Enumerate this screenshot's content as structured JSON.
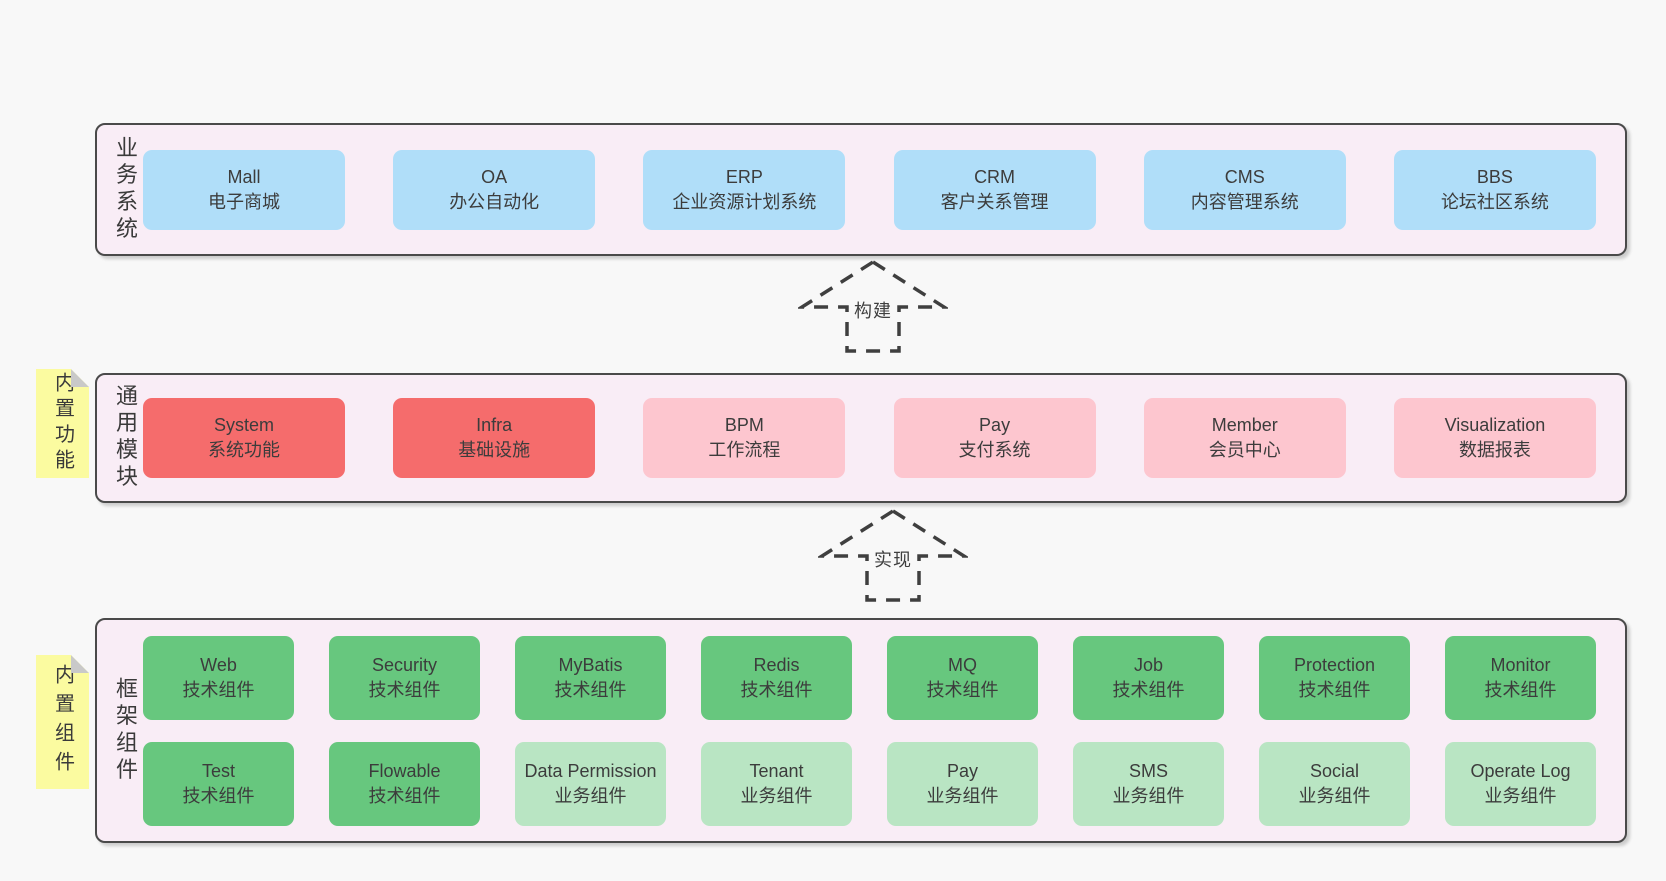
{
  "colors": {
    "blue": "#b0def9",
    "red": "#f56c6c",
    "pink": "#fdc6cf",
    "green": "#67c77e",
    "lightgreen": "#b9e5c3",
    "layer_bg": "#f9edf6",
    "layer_border": "#4a4a4a",
    "sticky": "#fbfba0",
    "sticky_fold": "#c9c9c9",
    "text": "#3c3c3c",
    "page_bg": "#f8f8f8"
  },
  "arrows": [
    {
      "label": "构建"
    },
    {
      "label": "实现"
    }
  ],
  "layers": [
    {
      "id": "business-systems",
      "side_label": "业务系统",
      "sticky": null,
      "rows": [
        [
          {
            "name": "Mall",
            "desc": "电子商城",
            "color": "blue"
          },
          {
            "name": "OA",
            "desc": "办公自动化",
            "color": "blue"
          },
          {
            "name": "ERP",
            "desc": "企业资源计划系统",
            "color": "blue"
          },
          {
            "name": "CRM",
            "desc": "客户关系管理",
            "color": "blue"
          },
          {
            "name": "CMS",
            "desc": "内容管理系统",
            "color": "blue"
          },
          {
            "name": "BBS",
            "desc": "论坛社区系统",
            "color": "blue"
          }
        ]
      ]
    },
    {
      "id": "common-modules",
      "side_label": "通用模块",
      "sticky": "内置功能",
      "rows": [
        [
          {
            "name": "System",
            "desc": "系统功能",
            "color": "red"
          },
          {
            "name": "Infra",
            "desc": "基础设施",
            "color": "red"
          },
          {
            "name": "BPM",
            "desc": "工作流程",
            "color": "pink"
          },
          {
            "name": "Pay",
            "desc": "支付系统",
            "color": "pink"
          },
          {
            "name": "Member",
            "desc": "会员中心",
            "color": "pink"
          },
          {
            "name": "Visualization",
            "desc": "数据报表",
            "color": "pink"
          }
        ]
      ]
    },
    {
      "id": "framework-components",
      "side_label": "框架组件",
      "sticky": "内置组件",
      "rows": [
        [
          {
            "name": "Web",
            "desc": "技术组件",
            "color": "green"
          },
          {
            "name": "Security",
            "desc": "技术组件",
            "color": "green"
          },
          {
            "name": "MyBatis",
            "desc": "技术组件",
            "color": "green"
          },
          {
            "name": "Redis",
            "desc": "技术组件",
            "color": "green"
          },
          {
            "name": "MQ",
            "desc": "技术组件",
            "color": "green"
          },
          {
            "name": "Job",
            "desc": "技术组件",
            "color": "green"
          },
          {
            "name": "Protection",
            "desc": "技术组件",
            "color": "green"
          },
          {
            "name": "Monitor",
            "desc": "技术组件",
            "color": "green"
          }
        ],
        [
          {
            "name": "Test",
            "desc": "技术组件",
            "color": "green"
          },
          {
            "name": "Flowable",
            "desc": "技术组件",
            "color": "green"
          },
          {
            "name": "Data Permission",
            "desc": "业务组件",
            "color": "lightgreen"
          },
          {
            "name": "Tenant",
            "desc": "业务组件",
            "color": "lightgreen"
          },
          {
            "name": "Pay",
            "desc": "业务组件",
            "color": "lightgreen"
          },
          {
            "name": "SMS",
            "desc": "业务组件",
            "color": "lightgreen"
          },
          {
            "name": "Social",
            "desc": "业务组件",
            "color": "lightgreen"
          },
          {
            "name": "Operate Log",
            "desc": "业务组件",
            "color": "lightgreen"
          }
        ]
      ]
    }
  ]
}
